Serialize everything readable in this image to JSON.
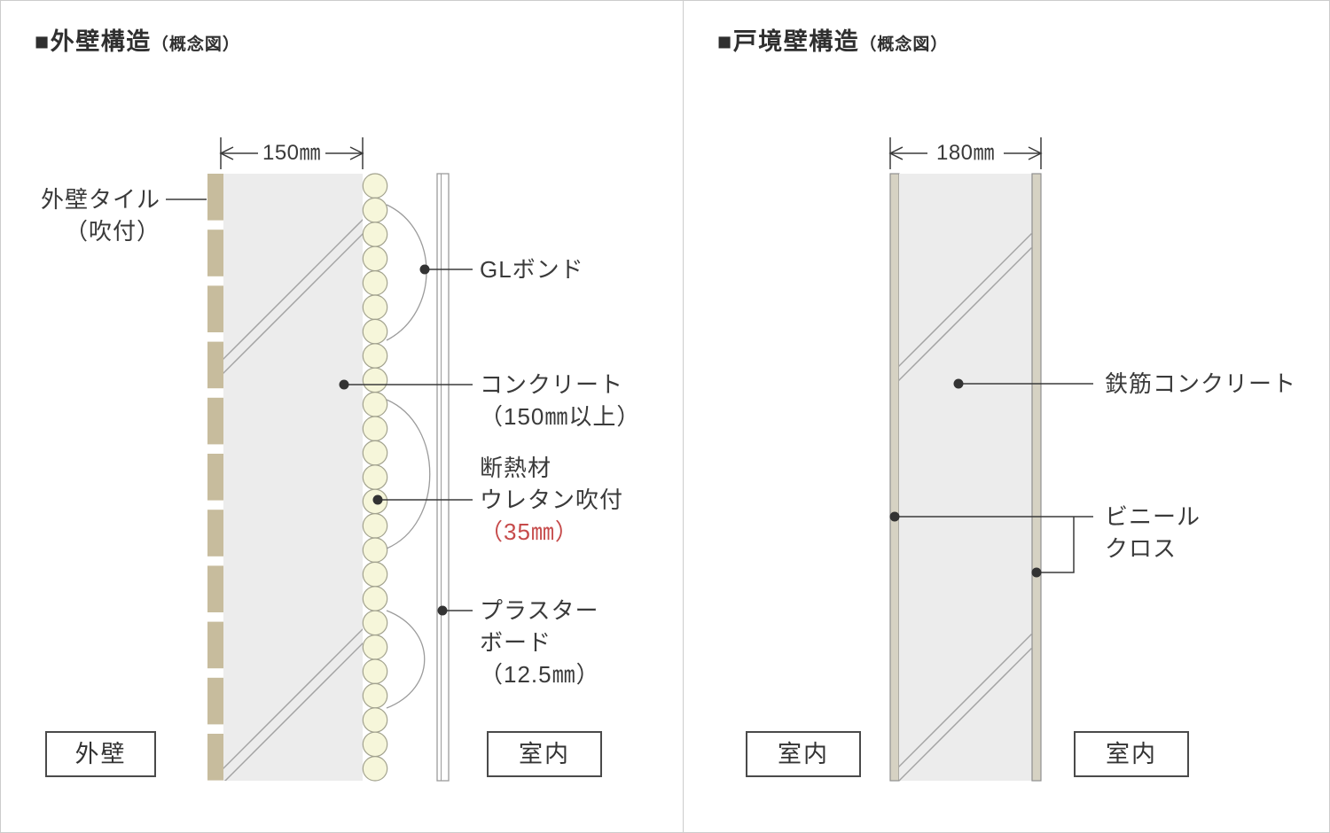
{
  "panels": {
    "left": {
      "title": "■外壁構造",
      "title_note": "（概念図）",
      "dimension_label": "150㎜",
      "labels": {
        "tile_1": "外壁タイル",
        "tile_2": "（吹付）",
        "gl_bond": "GLボンド",
        "concrete_1": "コンクリート",
        "concrete_2": "（150㎜以上）",
        "insulation_1": "断熱材",
        "insulation_2": "ウレタン吹付",
        "insulation_3": "（35㎜）",
        "plaster_1": "プラスター",
        "plaster_2": "ボード",
        "plaster_3": "（12.5㎜）"
      },
      "box_left": "外壁",
      "box_right": "室内"
    },
    "right": {
      "title": "■戸境壁構造",
      "title_note": "（概念図）",
      "dimension_label": "180㎜",
      "labels": {
        "concrete": "鉄筋コンクリート",
        "vinyl_1": "ビニール",
        "vinyl_2": "クロス"
      },
      "box_left": "室内",
      "box_right": "室内"
    }
  },
  "colors": {
    "tile": "#c7bc9d",
    "concrete": "#ececec",
    "insulation_fill": "#f6f6da",
    "insulation_stroke": "#a2a28e",
    "vinyl": "#d6d2c3",
    "hatch_line": "#a3a3a3",
    "outline_line": "#9b9b9b",
    "leader_line": "#3a3a3a",
    "accent_red": "#c64a4a",
    "text": "#3a3a3a"
  }
}
